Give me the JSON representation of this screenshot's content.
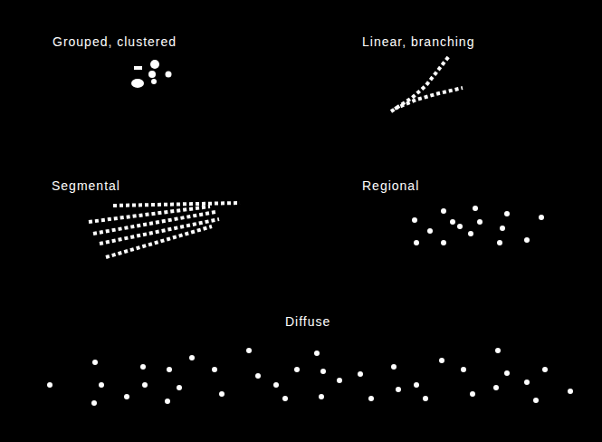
{
  "diagram": {
    "labels": [
      "Grouped, clustered",
      "Linear, branching",
      "Segmental",
      "Regional",
      "Diffuse"
    ]
  }
}
